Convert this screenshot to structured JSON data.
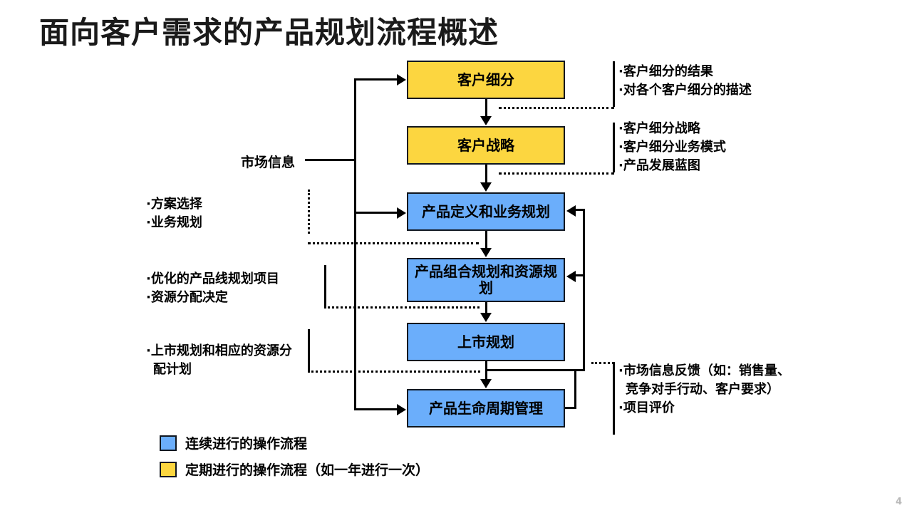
{
  "slide": {
    "title": "面向客户需求的产品规划流程概述",
    "page_number": "4",
    "colors": {
      "periodic_process": "#FCD640",
      "continuous_process": "#6BAEFB",
      "line": "#000000",
      "box_border": "#10161f"
    }
  },
  "flow": {
    "input_label": "市场信息",
    "boxes": [
      {
        "id": "customer-segmentation",
        "label": "客户细分",
        "type": "periodic"
      },
      {
        "id": "customer-strategy",
        "label": "客户战略",
        "type": "periodic"
      },
      {
        "id": "product-definition",
        "label": "产品定义和业务规划",
        "type": "continuous"
      },
      {
        "id": "portfolio-resource",
        "label": "产品组合规划和资源规划",
        "type": "continuous"
      },
      {
        "id": "launch-planning",
        "label": "上市规划",
        "type": "continuous"
      },
      {
        "id": "lifecycle-management",
        "label": "产品生命周期管理",
        "type": "continuous"
      }
    ]
  },
  "left_annotations": [
    {
      "id": "anno-solution",
      "items": [
        "方案选择",
        "业务规划"
      ]
    },
    {
      "id": "anno-roadmap",
      "items": [
        "优化的产品线规划项目",
        "资源分配决定"
      ]
    },
    {
      "id": "anno-launch",
      "items": [
        "上市规划和相应的资源分配计划"
      ]
    }
  ],
  "right_annotations": [
    {
      "id": "anno-segmentation-output",
      "items": [
        "客户细分的结果",
        "对各个客户细分的描述"
      ]
    },
    {
      "id": "anno-strategy-output",
      "items": [
        "客户细分战略",
        "客户细分业务模式",
        "产品发展蓝图"
      ]
    },
    {
      "id": "anno-market-feedback",
      "items": [
        "市场信息反馈（如：销售量、竞争对手行动、客户要求）",
        "项目评价"
      ]
    }
  ],
  "legend": [
    {
      "id": "legend-continuous",
      "swatch": "continuous",
      "label": "连续进行的操作流程"
    },
    {
      "id": "legend-periodic",
      "swatch": "periodic",
      "label": "定期进行的操作流程（如一年进行一次）"
    }
  ]
}
